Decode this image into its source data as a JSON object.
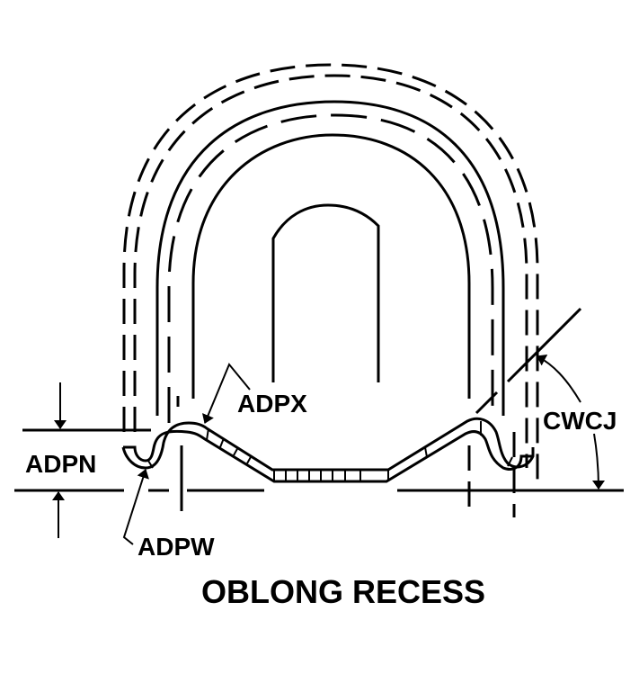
{
  "title": "OBLONG RECESS",
  "labels": {
    "adpn": "ADPN",
    "adpw": "ADPW",
    "adpx": "ADPX",
    "cwcj": "CWCJ"
  },
  "colors": {
    "line": "#000000",
    "background": "#ffffff"
  }
}
